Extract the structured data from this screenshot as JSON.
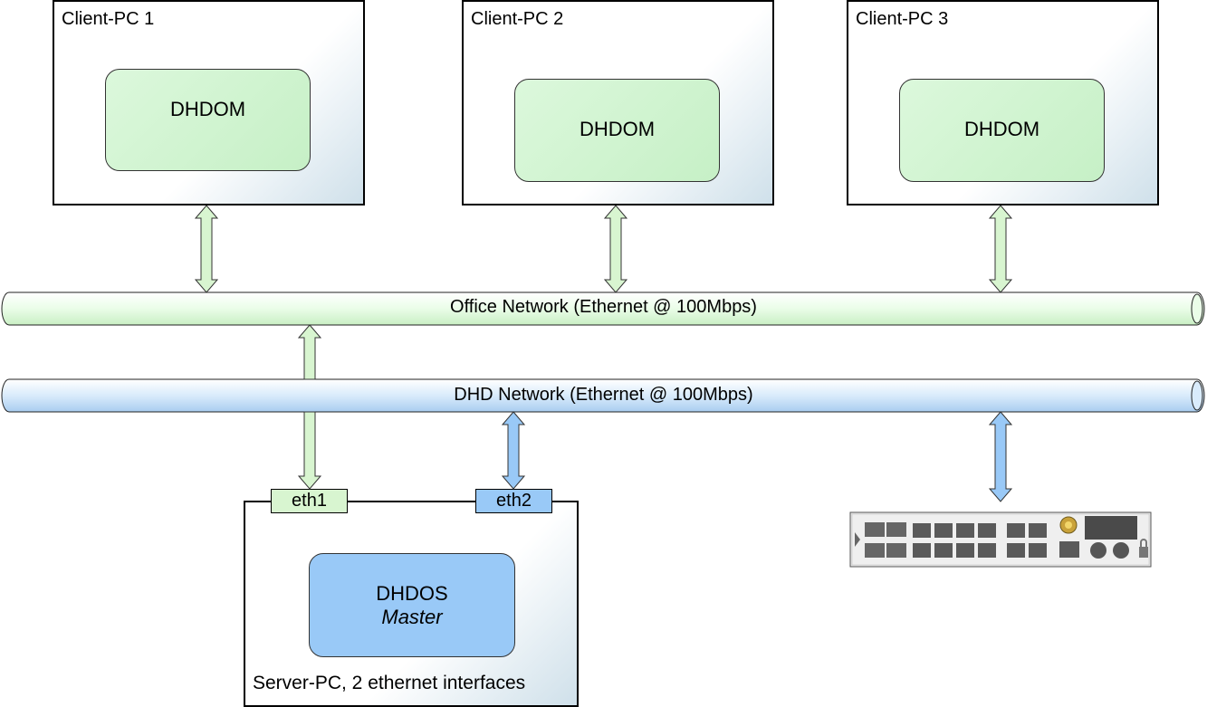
{
  "clients": [
    {
      "title": "Client-PC 1",
      "module": "DHDOM"
    },
    {
      "title": "Client-PC 2",
      "module": "DHDOM"
    },
    {
      "title": "Client-PC 3",
      "module": "DHDOM"
    }
  ],
  "office_network": {
    "label": "Office Network (Ethernet @ 100Mbps)",
    "color": "#ebfdeb"
  },
  "dhd_network": {
    "label": "DHD Network (Ethernet @ 100Mbps)",
    "color": "#d6e9fb"
  },
  "server": {
    "caption": "Server-PC, 2 ethernet interfaces",
    "module": "DHDOS",
    "role": "Master",
    "ports": {
      "eth1": "eth1",
      "eth2": "eth2"
    }
  },
  "colors": {
    "green_arrow": "#d8f5d0",
    "blue_arrow": "#99c9f7"
  }
}
